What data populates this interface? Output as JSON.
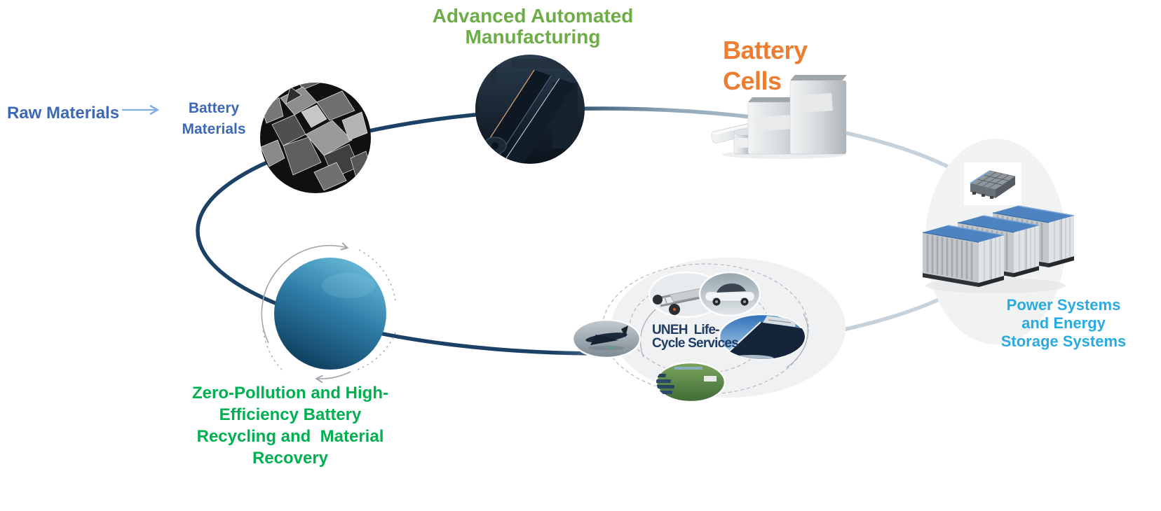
{
  "diagram": {
    "name": "Battery life-cycle value chain",
    "is_closed_loop": true,
    "stages": [
      {
        "id": "raw-materials",
        "color": "#3D68B5",
        "lines": [
          "Raw Materials"
        ]
      },
      {
        "id": "battery-materials",
        "color": "#3D68B5",
        "lines": [
          "Battery",
          "Materials"
        ]
      },
      {
        "id": "advanced-automated-manufacturing",
        "color": "#6CAD47",
        "lines": [
          "Advanced Automated",
          "Manufacturing"
        ]
      },
      {
        "id": "battery-cells",
        "color": "#ED7D31",
        "lines": [
          "Battery",
          "Cells"
        ]
      },
      {
        "id": "power-energy-storage-systems",
        "color": "#29ABE2",
        "lines": [
          "Power Systems",
          "and Energy",
          "Storage Systems"
        ]
      },
      {
        "id": "uneh-life-cycle-services",
        "color": "#1E3C64",
        "lines": [
          "UNEH  Life-",
          "Cycle Services"
        ]
      },
      {
        "id": "battery-recycling",
        "color": "#00B050",
        "lines": [
          "Zero-Pollution and High-",
          "Efficiency Battery",
          "Recycling and  Material",
          "Recovery"
        ]
      }
    ],
    "arrow": {
      "from": "Raw Materials",
      "to": "Battery Materials"
    }
  },
  "colors": {
    "loop_dark": "#1B4266",
    "loop_light": "#CBD6DF",
    "blob_gray": "#F1F2F2",
    "container_roof_blue": "#4D83C0",
    "recycle_sphere_top": "#6ABBDA",
    "recycle_sphere_bottom": "#0C3A59",
    "flow_arrow_blue": "#7FAEE0"
  },
  "illustrations": {
    "battery_materials_photo": "circular micrograph of battery material crystals",
    "manufacturing_photo": "circular photo of automated electrode production line",
    "battery_cells_photo": "prismatic and cylindrical battery cells",
    "battery_pack_photo": "battery pack module",
    "storage_containers_photo": "three containerized energy storage units with blue roofs",
    "vehicle_chassis_photo": "electric vehicle skateboard chassis",
    "car_photo": "passenger car",
    "aircraft_photo": "electric aircraft on tarmac",
    "ship_photo": "electric ship bow against blue sky",
    "solar_plant_photo": "aerial view of solar power plant",
    "recycling_sphere": "blue sphere with circular recycling arrows"
  }
}
